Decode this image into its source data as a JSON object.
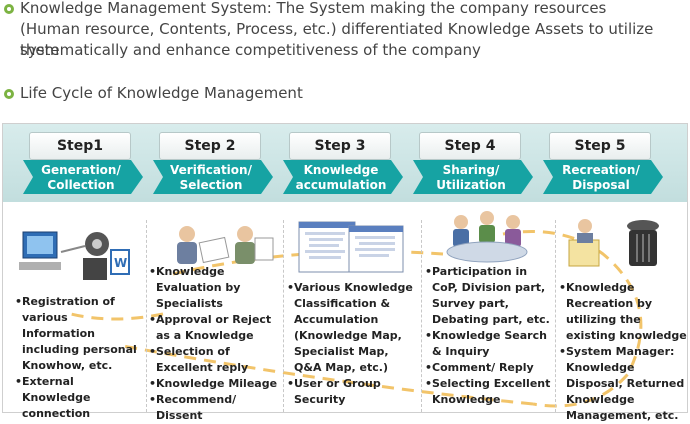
{
  "intro": {
    "line1": "Knowledge Management System: The System making the company resources",
    "line2": "(Human resource, Contents, Process, etc.) differentiated Knowledge Assets to utilize them",
    "line3": "systematically and enhance competitiveness of the company"
  },
  "section_title": "Life Cycle of Knowledge Management",
  "colors": {
    "bullet": "#7cb342",
    "step_fill": "#16a3a3",
    "band": "#c8e1e1",
    "flow": "#f2c46a"
  },
  "steps": [
    {
      "label": "Step1",
      "subtitle": "Generation/\nCollection",
      "items": [
        "Registration of various Information including personal Knowhow, etc.",
        "External Knowledge connection"
      ]
    },
    {
      "label": "Step 2",
      "subtitle": "Verification/\nSelection",
      "items": [
        "Knowledge Evaluation by Specialists",
        "Approval or Reject as a Knowledge",
        "Selection of Excellent reply",
        "Knowledge Mileage",
        "Recommend/ Dissent"
      ]
    },
    {
      "label": "Step 3",
      "subtitle": "Knowledge\naccumulation",
      "items": [
        "Various Knowledge Classification & Accumulation (Knowledge Map, Specialist Map, Q&A Map, etc.)",
        "User or Group Security"
      ]
    },
    {
      "label": "Step 4",
      "subtitle": "Sharing/\nUtilization",
      "items": [
        "Participation in CoP, Division part, Survey part, Debating part, etc.",
        "Knowledge Search & Inquiry",
        "Comment/ Reply",
        "Selecting Excellent Knowledge"
      ]
    },
    {
      "label": "Step 5",
      "subtitle": "Recreation/\nDisposal",
      "items": [
        "Knowledge Recreation by utilizing the existing knowledge",
        "System Manager: Knowledge Disposal, Returned Knowledge Management, etc."
      ]
    }
  ],
  "icons": [
    "computer-network-icon",
    "evaluation-people-icon",
    "knowledge-tree-window-icon",
    "meeting-people-icon",
    "trash-can-icon"
  ]
}
